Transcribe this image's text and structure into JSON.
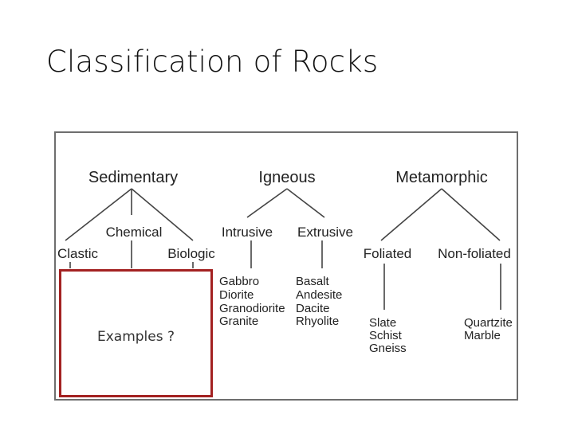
{
  "slide": {
    "title": "Classification of Rocks"
  },
  "diagram": {
    "sedimentary": {
      "label": "Sedimentary",
      "chemical": "Chemical",
      "clastic": "Clastic",
      "biologic": "Biologic"
    },
    "igneous": {
      "label": "Igneous",
      "intrusive": {
        "label": "Intrusive",
        "examples": [
          "Gabbro",
          "Diorite",
          "Granodiorite",
          "Granite"
        ]
      },
      "extrusive": {
        "label": "Extrusive",
        "examples": [
          "Basalt",
          "Andesite",
          "Dacite",
          "Rhyolite"
        ]
      }
    },
    "metamorphic": {
      "label": "Metamorphic",
      "foliated": {
        "label": "Foliated",
        "examples": [
          "Slate",
          "Schist",
          "Gneiss"
        ]
      },
      "non_foliated": {
        "label": "Non-foliated",
        "examples": [
          "Quartzite",
          "Marble"
        ]
      }
    }
  },
  "overlay": {
    "label": "Examples ?",
    "border_color": "#a32121"
  }
}
